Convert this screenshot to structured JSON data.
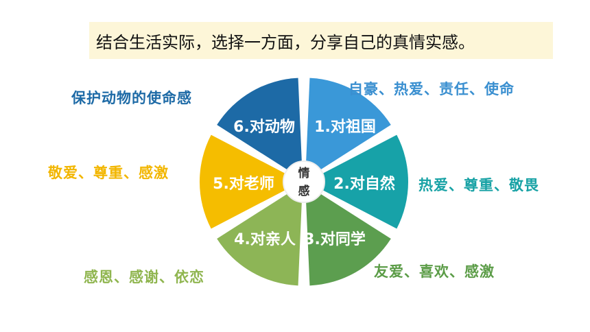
{
  "prompt": "结合生活实际，选择一方面，分享自己的真情实感。",
  "center": [
    "情",
    "感"
  ],
  "segments": [
    {
      "label": "1.对祖国",
      "description": "自豪、热爱、责任、使命",
      "color": "#3a98d8",
      "text_color": "#3a8fd0"
    },
    {
      "label": "2.对自然",
      "description": "热爱、尊重、敬畏",
      "color": "#17a2a8",
      "text_color": "#18a2a5"
    },
    {
      "label": "3.对同学",
      "description": "友爱、喜欢、感激",
      "color": "#5c9e4f",
      "text_color": "#5b9c47"
    },
    {
      "label": "4.对亲人",
      "description": "感恩、感谢、依恋",
      "color": "#8db556",
      "text_color": "#8fb54f"
    },
    {
      "label": "5.对老师",
      "description": "敬爱、尊重、感激",
      "color": "#f5bd00",
      "text_color": "#f2b600"
    },
    {
      "label": "6.对动物",
      "description": "保护动物的使命感",
      "color": "#1d6aa6",
      "text_color": "#1d6aa6"
    }
  ]
}
